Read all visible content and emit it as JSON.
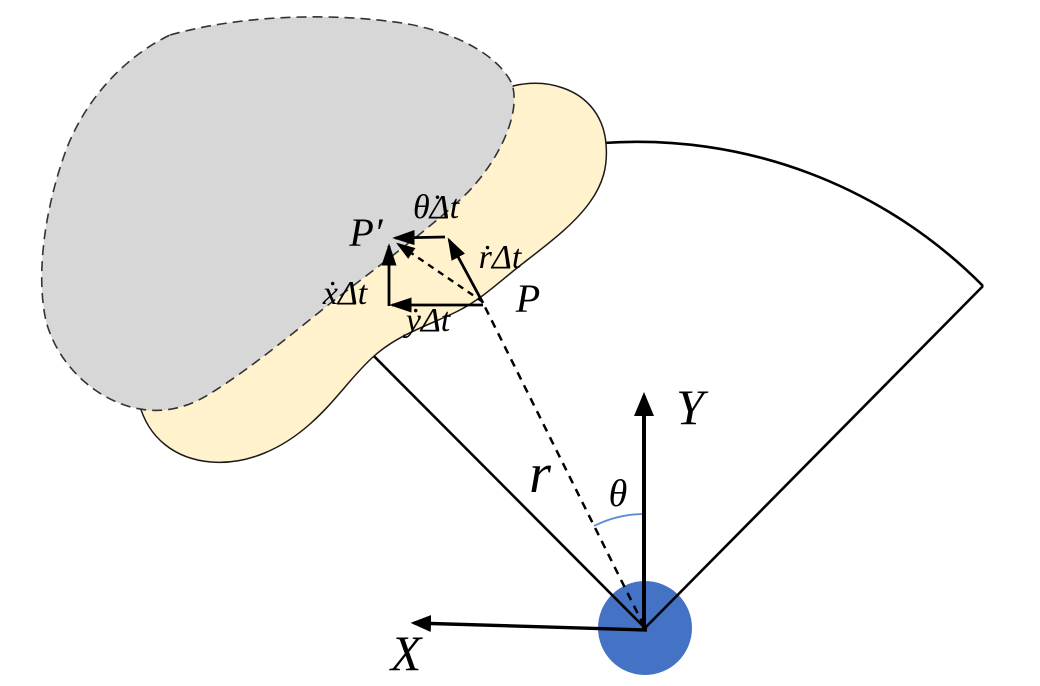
{
  "labels": {
    "x_axis": "X",
    "y_axis": "Y",
    "range": "r",
    "bearing": "θ",
    "point": "P",
    "point_moved": "P′",
    "tangential_disp": "θ̇Δt",
    "radial_disp": "ṙΔt",
    "x_disp": "ẋΔt",
    "y_disp": "ẏΔt"
  },
  "colors": {
    "sensor_dot": "#4472C4",
    "previous_scan_fill": "#D7D7D7",
    "current_scan_fill": "#FFF2CC",
    "angle_arc_stroke": "#5B8DD4",
    "line_stroke": "#000000"
  }
}
